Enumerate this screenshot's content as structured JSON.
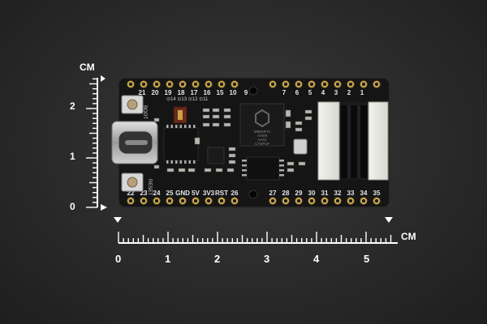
{
  "ruler": {
    "unit_label": "CM",
    "horizontal_numbers": [
      "0",
      "1",
      "2",
      "3",
      "4",
      "5"
    ],
    "vertical_numbers": [
      "0",
      "1",
      "2"
    ]
  },
  "board": {
    "top_pins": [
      "21",
      "20",
      "19",
      "18",
      "17",
      "16",
      "15",
      "10",
      "9",
      "7",
      "6",
      "5",
      "4",
      "3",
      "2",
      "1"
    ],
    "top_small_pins": [
      "14",
      "13",
      "12",
      "11"
    ],
    "top_small_prefix": "⊙",
    "bottom_pins": [
      "22",
      "23",
      "24",
      "25",
      "GND",
      "5V",
      "3V3",
      "RST",
      "26",
      "27",
      "28",
      "29",
      "30",
      "31",
      "32",
      "33",
      "34",
      "35"
    ],
    "boot_label": "BOOT",
    "reset_label": "RESET",
    "chip_text": [
      "MIMXRT1",
      "AVEN",
      "AA01",
      "CTSP1P"
    ]
  },
  "colors": {
    "board": "#151515",
    "pin_gold": "#c9a24a",
    "ruler": "#ffffff"
  }
}
